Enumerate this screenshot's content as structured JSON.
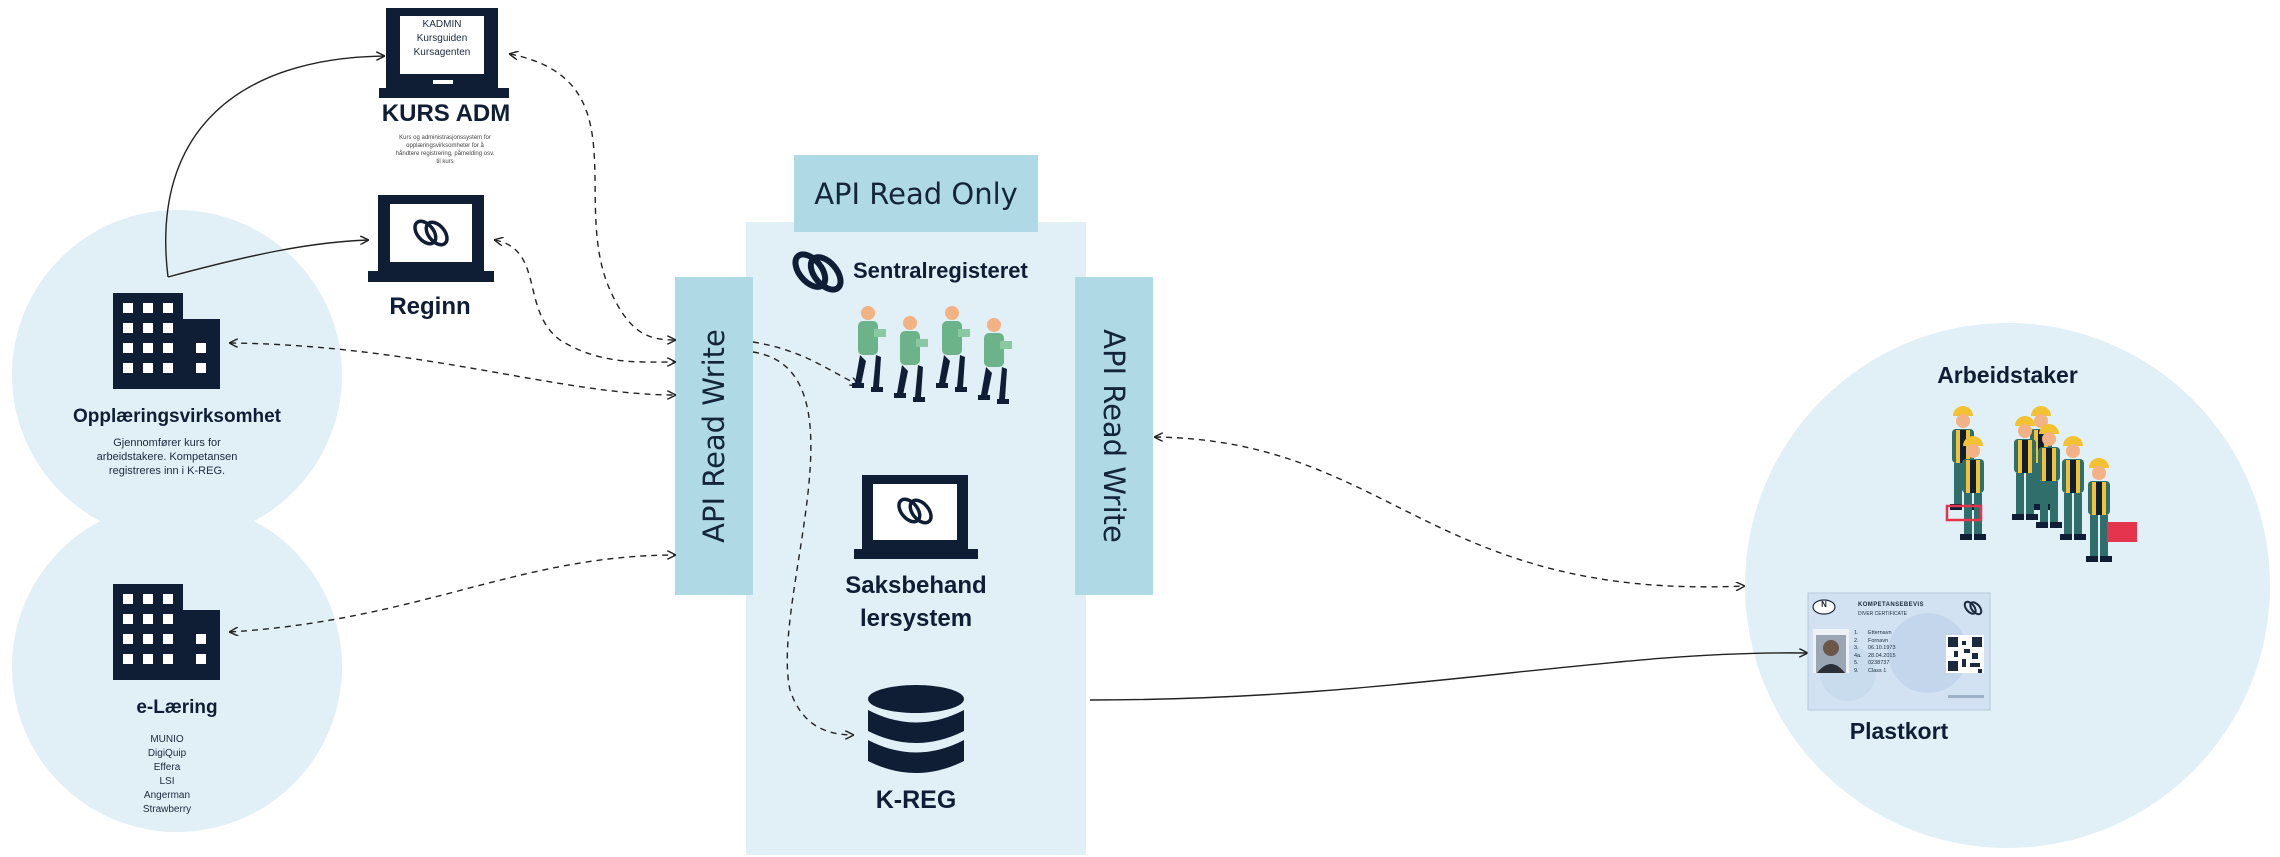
{
  "kursadm": {
    "screen_lines": [
      "KADMIN",
      "Kursguiden",
      "Kursagenten"
    ],
    "title": "KURS ADM",
    "description": "Kurs og administrasjonssystem for opplæringsvirksomheter for å håndtere registrering, påmelding osv. til kurs"
  },
  "reginn": {
    "title": "Reginn"
  },
  "opplaering": {
    "title": "Opplæringsvirksomhet",
    "description": "Gjennomfører kurs for arbeidstakere. Kompetansen registreres inn i K-REG."
  },
  "elaering": {
    "title": "e-Læring",
    "providers": [
      "MUNIO",
      "DigiQuip",
      "Effera",
      "LSI",
      "Angerman",
      "Strawberry"
    ]
  },
  "center": {
    "api_top": "API  Read Only",
    "api_left": "API  Read Write",
    "api_right": "API  Read Write",
    "sentral": "Sentralregisteret",
    "saksbehand_1": "Saksbehand",
    "saksbehand_2": "lersystem",
    "kreg": "K-REG"
  },
  "arbeidstaker": {
    "title": "Arbeidstaker"
  },
  "card": {
    "title": "Plastkort",
    "badge": "N",
    "header_1": "KOMPETANSEBEVIS",
    "header_2": "DIVER CERTIFICATE",
    "fields": [
      {
        "num": "1.",
        "value": "Etternavn"
      },
      {
        "num": "2.",
        "value": "Fornavn"
      },
      {
        "num": "3.",
        "value": "06.10.1973"
      },
      {
        "num": "4a.",
        "value": "28.04.2015"
      },
      {
        "num": "5.",
        "value": "0238737"
      },
      {
        "num": "9.",
        "value": "Class 1"
      }
    ]
  },
  "colors": {
    "navy": "#0f1e35",
    "circle_fill": "#e1eff6",
    "api_band": "#afd9e5",
    "worker_green": "#6db38a",
    "worker_skin": "#f2b283",
    "helmet": "#f2c230",
    "toolbox": "#e5344d"
  }
}
